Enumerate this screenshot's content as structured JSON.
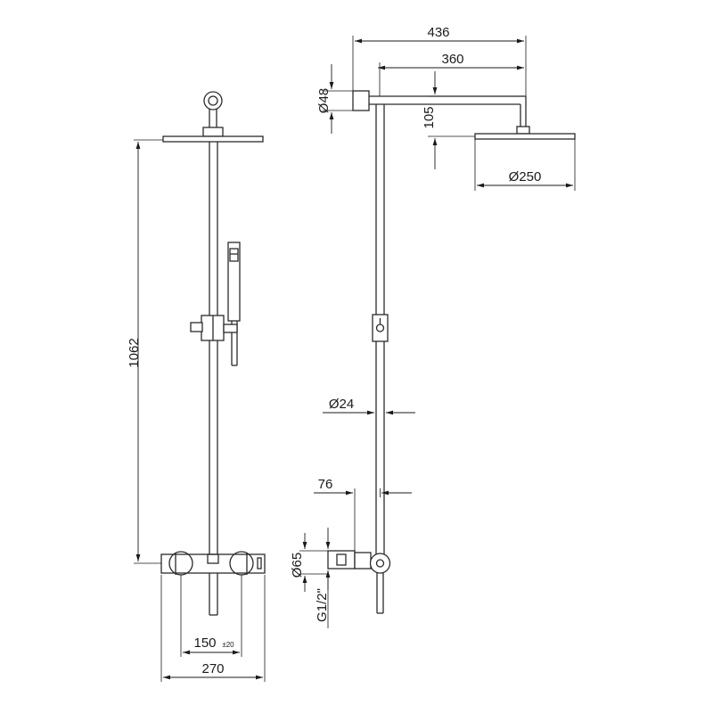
{
  "dimensions": {
    "total_width": "436",
    "arm_length": "360",
    "wall_flange_diameter": "Ø48",
    "head_drop": "105",
    "head_diameter": "Ø250",
    "pipe_diameter": "Ø24",
    "mixer_offset": "76",
    "mixer_diameter": "Ø65",
    "thread": "G1/2\"",
    "height": "1062",
    "inlet_spacing": "150",
    "inlet_spacing_tolerance": "±20",
    "mixer_width": "270"
  }
}
